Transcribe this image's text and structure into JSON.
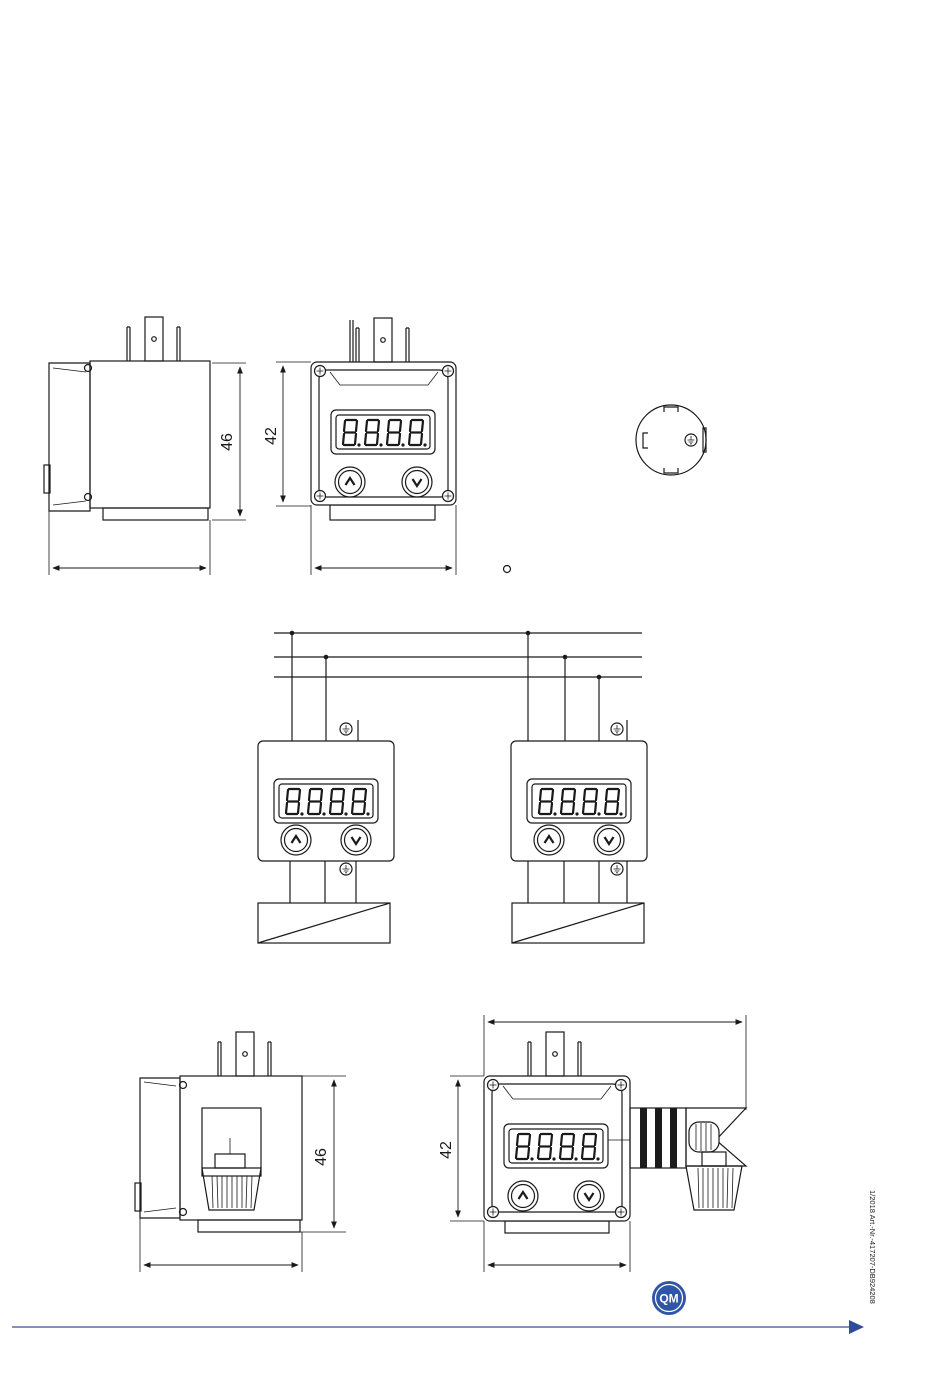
{
  "dimensions": {
    "side_height": "46",
    "front_height": "42",
    "bottom_side_height": "46",
    "bottom_front_height": "42"
  },
  "display": {
    "digits": "8.8.8.8."
  },
  "buttons": {
    "up": "^",
    "down": "v"
  },
  "footer": {
    "doc_id": "1/2018 Art.-Nr.-417207-DB924208",
    "logo_text": "QM"
  },
  "colors": {
    "line": "#1a1a1a",
    "rule": "#3a4f8a",
    "logo_fill": "#2f56a6",
    "arrow": "#2f4c9a"
  }
}
